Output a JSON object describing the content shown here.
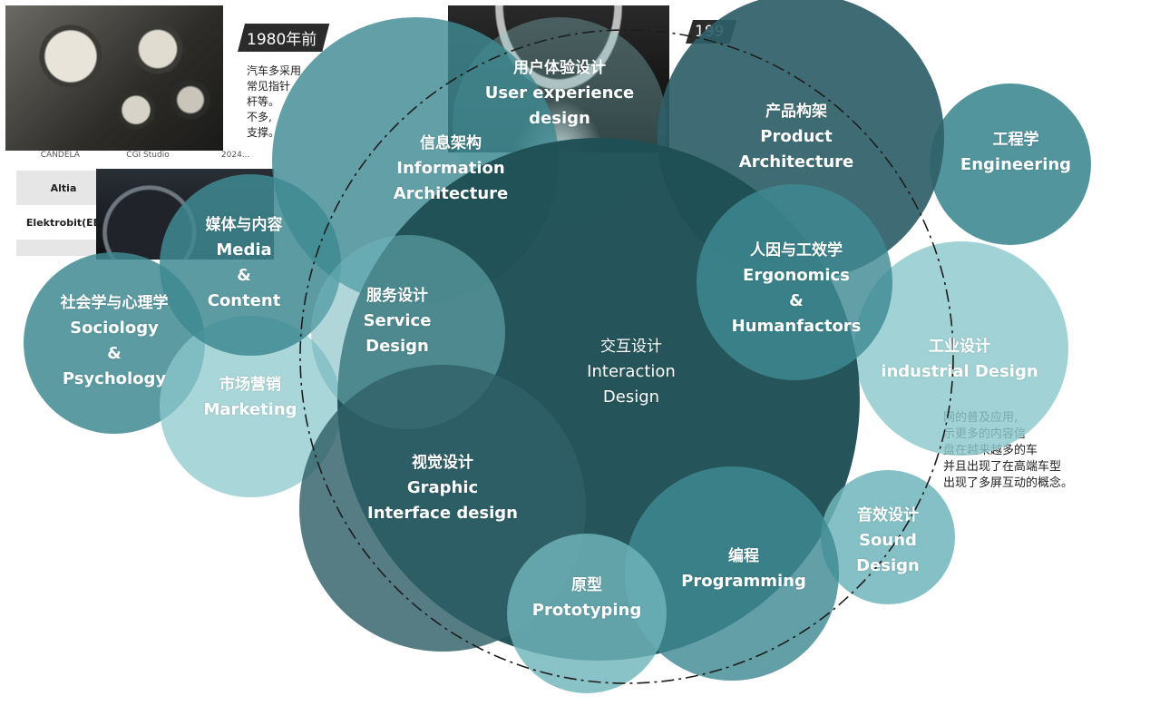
{
  "background": {
    "tag_1980": "1980年前",
    "tag_1990": "199",
    "left_text": [
      "汽车多采用",
      "常见指针",
      "杆等。",
      "不多,",
      "支撑。"
    ],
    "right_text": [
      "网的普及应用,",
      "示更多的内容信",
      "盘在越来越多的车",
      "并且出现了在高端车型",
      "出现了多屏互动的概念。"
    ],
    "table_headers": [
      "CANDELA",
      "CGI Studio",
      "2024..."
    ],
    "table_rows": [
      "Altia",
      "Elektrobit(EB"
    ]
  },
  "colors": {
    "center": "#1e4f55",
    "dark": "#2f6068",
    "mid": "#3f8a92",
    "light": "#6fb5bb",
    "pale": "#8cc8cc"
  },
  "circles": [
    {
      "id": "interaction",
      "zh": "交互设计",
      "en": [
        "Interaction",
        "Design"
      ],
      "tone": "center"
    },
    {
      "id": "user-experience",
      "zh": "用户体验设计",
      "en": [
        "User experience",
        "design"
      ],
      "tone": "pale"
    },
    {
      "id": "product-architecture",
      "zh": "产品构架",
      "en": [
        "Product",
        "Architecture"
      ],
      "tone": "dark"
    },
    {
      "id": "engineering",
      "zh": "工程学",
      "en": [
        "Engineering"
      ],
      "tone": "mid"
    },
    {
      "id": "ergonomics",
      "zh": "人因与工效学",
      "en": [
        "Ergonomics",
        "&",
        "Humanfactors"
      ],
      "tone": "mid"
    },
    {
      "id": "industrial",
      "zh": "工业设计",
      "en": [
        "industrial Design"
      ],
      "tone": "pale"
    },
    {
      "id": "information-architecture",
      "zh": "信息架构",
      "en": [
        "Information",
        "Architecture"
      ],
      "tone": "mid"
    },
    {
      "id": "service",
      "zh": "服务设计",
      "en": [
        "Service",
        "Design"
      ],
      "tone": "light"
    },
    {
      "id": "media",
      "zh": "媒体与内容",
      "en": [
        "Media",
        "&",
        "Content"
      ],
      "tone": "mid"
    },
    {
      "id": "sociology",
      "zh": "社会学与心理学",
      "en": [
        "Sociology",
        "&",
        "Psychology"
      ],
      "tone": "mid"
    },
    {
      "id": "marketing",
      "zh": "市场营销",
      "en": [
        "Marketing"
      ],
      "tone": "pale"
    },
    {
      "id": "graphic",
      "zh": "视觉设计",
      "en": [
        "Graphic",
        "Interface design"
      ],
      "tone": "dark"
    },
    {
      "id": "sound",
      "zh": "音效设计",
      "en": [
        "Sound",
        "Design"
      ],
      "tone": "light"
    },
    {
      "id": "programming",
      "zh": "编程",
      "en": [
        "Programming"
      ],
      "tone": "mid"
    },
    {
      "id": "prototyping",
      "zh": "原型",
      "en": [
        "Prototyping"
      ],
      "tone": "light"
    }
  ]
}
